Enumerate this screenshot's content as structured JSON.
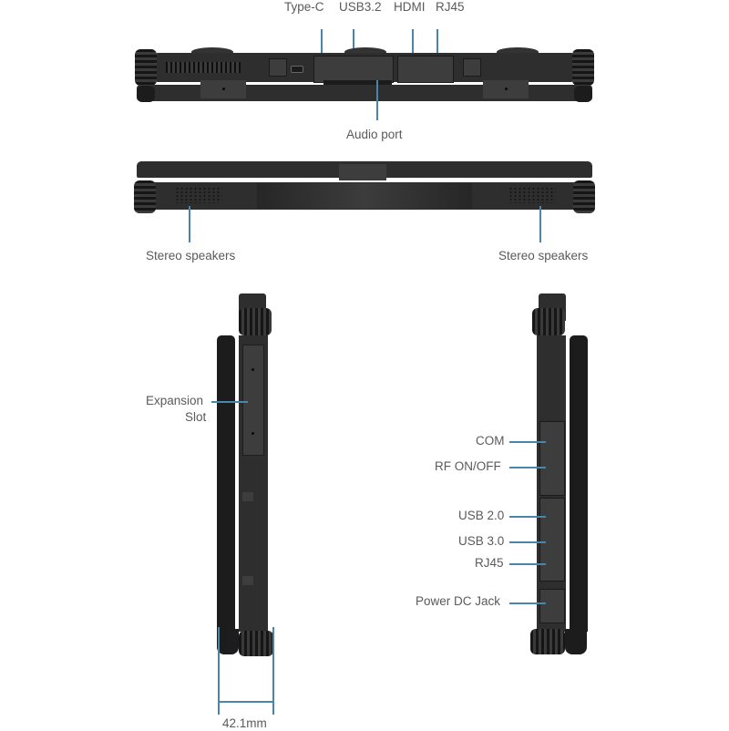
{
  "top_view": {
    "labels": {
      "type_c": "Type-C",
      "usb32": "USB3.2",
      "hdmi": "HDMI",
      "rj45": "RJ45",
      "audio": "Audio port"
    }
  },
  "front_view": {
    "labels": {
      "speaker_left": "Stereo speakers",
      "speaker_right": "Stereo speakers"
    }
  },
  "left_side_view": {
    "labels": {
      "expansion_line1": "Expansion",
      "expansion_line2": "Slot"
    },
    "dimension": "42.1mm"
  },
  "right_side_view": {
    "labels": {
      "com": "COM",
      "rf": "RF ON/OFF",
      "usb20": "USB 2.0",
      "usb30": "USB 3.0",
      "rj45": "RJ45",
      "power": "Power DC Jack"
    }
  },
  "colors": {
    "leader_line": "#4a86aa",
    "label_text": "#5a5a5a",
    "device_body": "#2e2e2e"
  }
}
